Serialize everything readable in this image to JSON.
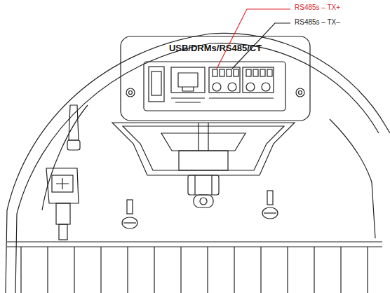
{
  "diagram": {
    "labels": [
      "RS485s – TX+",
      "RS485s – TX–",
      "USB/DRMs/RS485/CT"
    ]
  }
}
